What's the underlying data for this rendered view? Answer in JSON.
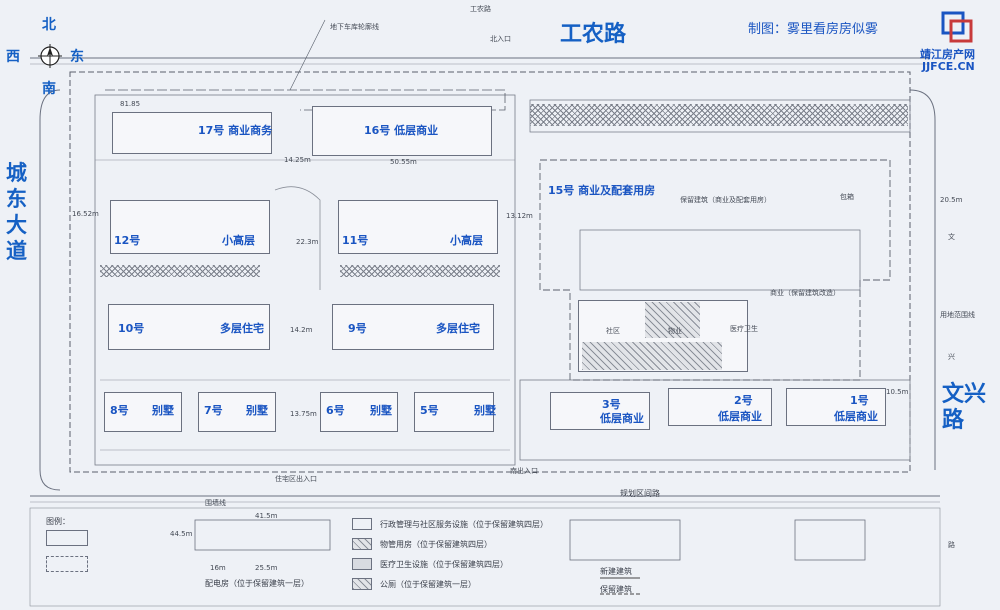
{
  "header": {
    "road_north": "工农路",
    "credit": "制图：雾里看房房似雾",
    "logo_cn": "靖江房产网",
    "logo_en": "JJFCE.CN",
    "top_road_small": "工农路",
    "underground_line": "地下车库轮廓线",
    "north_entrance": "北入口"
  },
  "compass": {
    "north": "北",
    "south": "南",
    "east": "东",
    "west": "西"
  },
  "roads": {
    "west": "城东大道",
    "east": "文兴路",
    "south": "规划区间路",
    "south_entrance": "南出入口",
    "residential_entrance": "住宅区出入口",
    "wall_line": "围墙线",
    "east_small": "文",
    "east_small2": "兴",
    "east_small3": "路",
    "land_boundary": "用地范围线"
  },
  "buildings": {
    "b17": "17号  商业商务",
    "b16": "16号    低层商业",
    "b15": "15号  商业及配套用房",
    "b12a": "12号",
    "b12b": "小高层",
    "b11a": "11号",
    "b11b": "小高层",
    "b10a": "10号",
    "b10b": "多层住宅",
    "b9a": "9号",
    "b9b": "多层住宅",
    "b8a": "8号",
    "b8b": "别墅",
    "b7a": "7号",
    "b7b": "别墅",
    "b6a": "6号",
    "b6b": "别墅",
    "b5a": "5号",
    "b5b": "别墅",
    "b3a": "3号",
    "b3b": "低层商业",
    "b2a": "2号",
    "b2b": "低层商业",
    "b1a": "1号",
    "b1b": "低层商业"
  },
  "annotations": {
    "keep_building": "保留建筑（商业及配套用房）",
    "keep_building2": "商业（保留建筑改造）",
    "community": "社区",
    "medical": "医疗卫生",
    "property": "物业",
    "package": "包箱",
    "d_1": "81.85",
    "d_2": "14.25m",
    "d_3": "50.55m",
    "d_4": "22.3m",
    "d_5": "16.52m",
    "d_6": "13.12m",
    "d_7": "14.2m",
    "d_8": "13.75m",
    "d_9": "20.5m",
    "d_10": "10.5m",
    "d_11": "41.5m",
    "d_12": "25.5m",
    "d_13": "16m",
    "d_14": "44.5m"
  },
  "legend": {
    "title": "图例：",
    "item1": "行政管理与社区服务设施（位于保留建筑四层）",
    "item2": "物管用房（位于保留建筑四层）",
    "item3": "医疗卫生设施（位于保留建筑四层）",
    "item4": "公厕（位于保留建筑一层）",
    "item5": "配电房（位于保留建筑一层）",
    "new_building": "新建建筑",
    "keep_building": "保留建筑"
  },
  "colors": {
    "accent": "#1560c4",
    "line": "#6b7180",
    "bg": "#eef1f6"
  }
}
